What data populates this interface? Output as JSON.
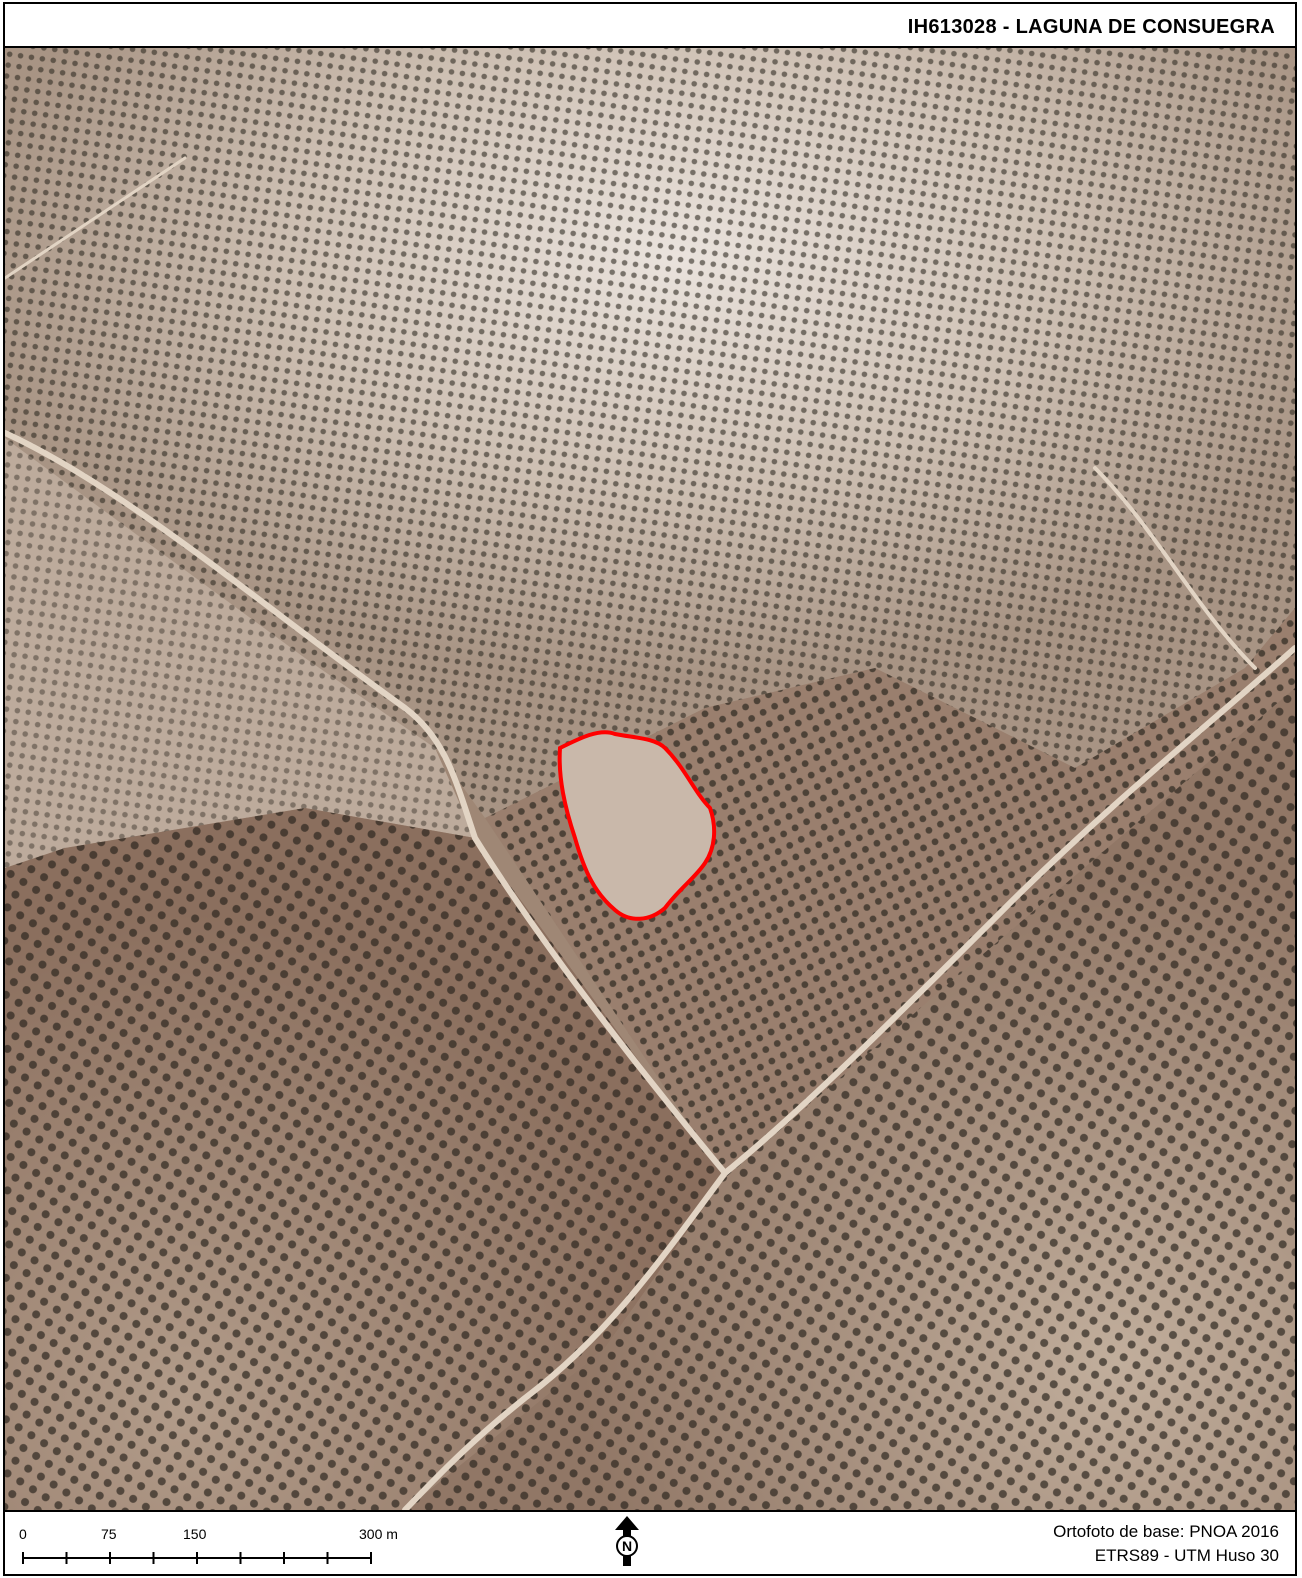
{
  "header": {
    "title": "IH613028 - LAGUNA DE CONSUEGRA"
  },
  "scale_bar": {
    "labels": [
      "0",
      "75",
      "150",
      "300 m"
    ],
    "ticks_m": [
      0,
      37.5,
      75,
      112.5,
      150,
      187.5,
      225,
      262.5,
      300
    ]
  },
  "north_arrow": {
    "letter": "N"
  },
  "credits": {
    "line1": "Ortofoto de base: PNOA 2016",
    "line2": "ETRS89 - UTM Huso 30"
  },
  "colors": {
    "wetland_outline": "#ff0000",
    "road": "#e2d4c4",
    "tree": "#2f2a22",
    "soil_light": "#d8c9b8",
    "soil_dark": "#8f7462"
  }
}
